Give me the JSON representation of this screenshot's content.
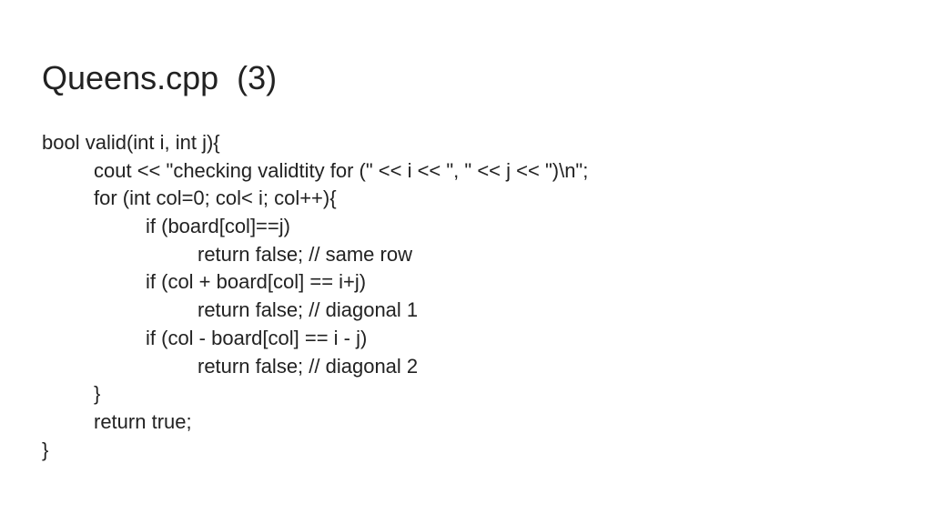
{
  "slide": {
    "title": "Queens.cpp  (3)",
    "code_lines": [
      "bool valid(int i, int j){",
      "cout << \"checking validtity for (\" << i << \", \" << j << \")\\n\";",
      "for (int col=0; col< i; col++){",
      "if (board[col]==j)",
      "return false; // same row",
      "if (col + board[col] == i+j)",
      "return false; // diagonal 1",
      "if (col - board[col] == i - j)",
      "return false; // diagonal 2",
      "}",
      "return true;",
      "}"
    ]
  }
}
